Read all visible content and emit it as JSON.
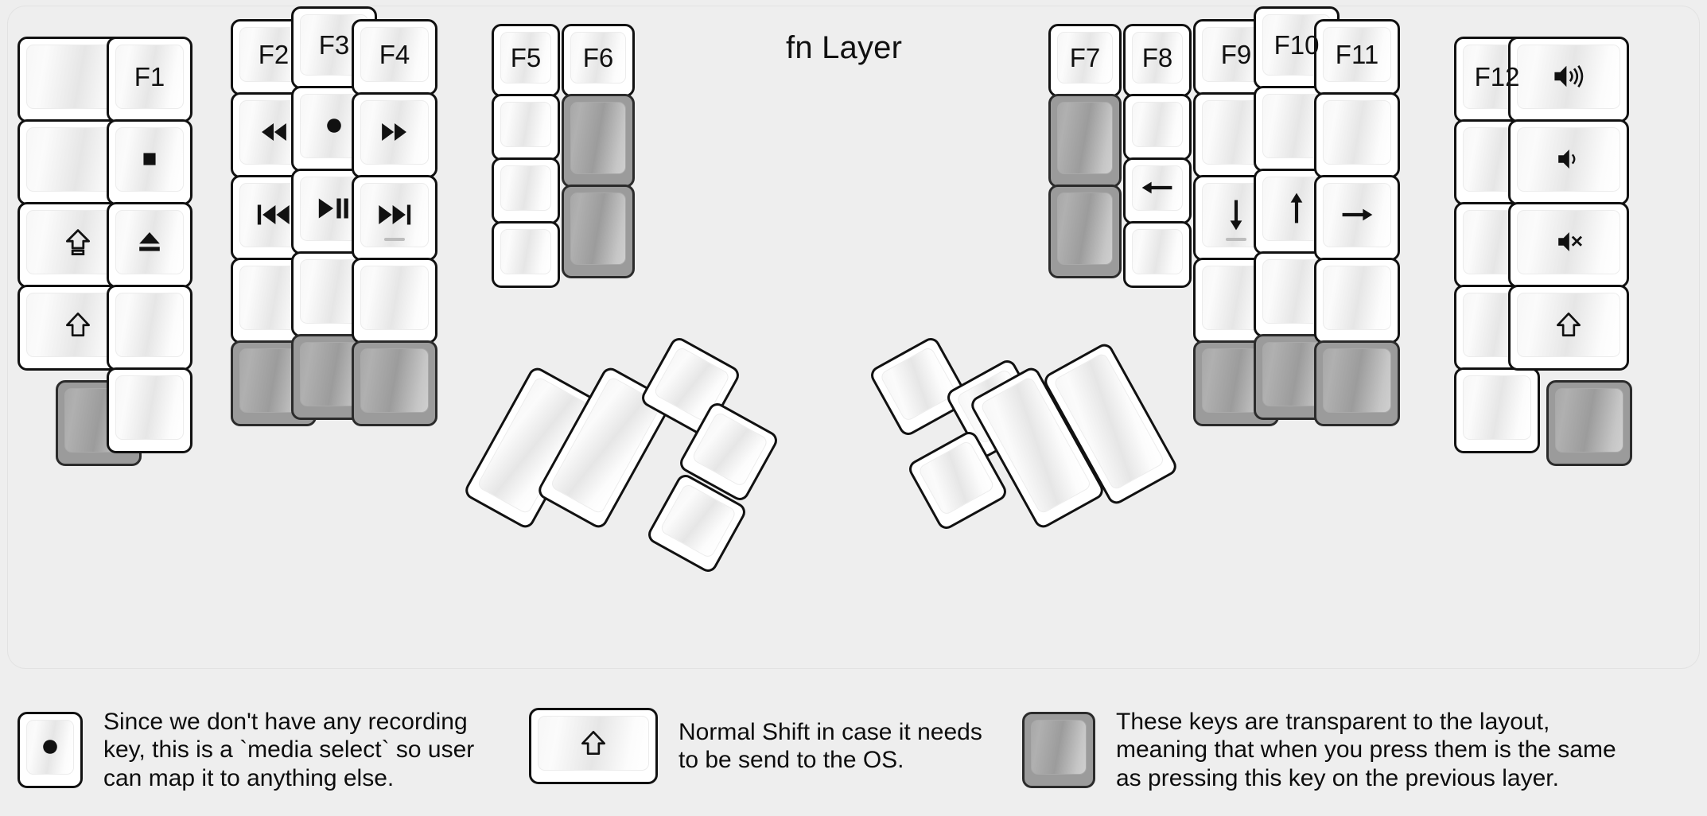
{
  "title": "fn Layer",
  "colors": {
    "background": "#eeeeee",
    "key_fill": "#ffffff",
    "key_border": "#111111",
    "transparent_key_fill": "#9b9b9b",
    "transparent_key_border": "#2b2b2b",
    "glyph": "#111111"
  },
  "icons": {
    "record": "●",
    "stop": "■",
    "eject": "eject-icon",
    "rewind": "◀◀",
    "fast_forward": "▶▶",
    "previous_track": "prev-track-icon",
    "play_pause": "play-pause-icon",
    "next_track": "next-track-icon",
    "caps_lock": "caps-lock-icon",
    "shift": "shift-icon",
    "arrow_left": "←",
    "arrow_down": "↓",
    "arrow_up": "↑",
    "arrow_right": "→",
    "volume_up": "volume-up-icon",
    "volume_down": "volume-down-icon",
    "volume_mute": "volume-mute-icon"
  },
  "left_half": {
    "columns": [
      {
        "name": "outer-pinky",
        "keys": [
          {
            "label": "",
            "icon": "",
            "type": "normal"
          },
          {
            "label": "",
            "icon": "",
            "type": "normal"
          },
          {
            "label": "",
            "icon": "caps-lock-icon",
            "type": "normal"
          },
          {
            "label": "",
            "icon": "shift-icon",
            "type": "normal"
          },
          {
            "label": "",
            "icon": "",
            "type": "transparent"
          }
        ]
      },
      {
        "name": "pinky",
        "keys": [
          {
            "label": "F1",
            "icon": "",
            "type": "normal"
          },
          {
            "label": "",
            "icon": "stop-icon",
            "type": "normal"
          },
          {
            "label": "",
            "icon": "eject-icon",
            "type": "normal"
          },
          {
            "label": "",
            "icon": "",
            "type": "normal"
          },
          {
            "label": "",
            "icon": "",
            "type": "normal"
          }
        ]
      },
      {
        "name": "ring",
        "keys": [
          {
            "label": "F2",
            "icon": "",
            "type": "normal"
          },
          {
            "label": "",
            "icon": "rewind-icon",
            "type": "normal"
          },
          {
            "label": "",
            "icon": "prev-track-icon",
            "type": "normal"
          },
          {
            "label": "",
            "icon": "",
            "type": "normal"
          },
          {
            "label": "",
            "icon": "",
            "type": "transparent"
          }
        ]
      },
      {
        "name": "middle",
        "keys": [
          {
            "label": "F3",
            "icon": "",
            "type": "normal"
          },
          {
            "label": "",
            "icon": "record-icon",
            "type": "normal"
          },
          {
            "label": "",
            "icon": "play-pause-icon",
            "type": "normal"
          },
          {
            "label": "",
            "icon": "",
            "type": "normal"
          },
          {
            "label": "",
            "icon": "",
            "type": "transparent"
          }
        ]
      },
      {
        "name": "index",
        "keys": [
          {
            "label": "F4",
            "icon": "",
            "type": "normal"
          },
          {
            "label": "",
            "icon": "fast-forward-icon",
            "type": "normal"
          },
          {
            "label": "",
            "icon": "next-track-icon",
            "type": "normal",
            "homing": true
          },
          {
            "label": "",
            "icon": "",
            "type": "normal"
          },
          {
            "label": "",
            "icon": "",
            "type": "transparent"
          }
        ]
      },
      {
        "name": "inner-index",
        "keys": [
          {
            "label": "F5",
            "icon": "",
            "type": "normal"
          },
          {
            "label": "",
            "icon": "",
            "type": "normal"
          },
          {
            "label": "",
            "icon": "",
            "type": "normal"
          },
          {
            "label": "",
            "icon": "",
            "type": "normal"
          }
        ]
      },
      {
        "name": "inner",
        "keys": [
          {
            "label": "F6",
            "icon": "",
            "type": "normal"
          },
          {
            "label": "",
            "icon": "",
            "type": "transparent"
          },
          {
            "label": "",
            "icon": "",
            "type": "transparent"
          }
        ]
      }
    ],
    "thumb_keys": [
      {
        "name": "thumb-1u-big-a",
        "label": "",
        "type": "normal"
      },
      {
        "name": "thumb-1u-big-b",
        "label": "",
        "type": "normal"
      },
      {
        "name": "thumb-small-a",
        "label": "",
        "type": "normal"
      },
      {
        "name": "thumb-small-b",
        "label": "",
        "type": "normal"
      },
      {
        "name": "thumb-small-c",
        "label": "",
        "type": "normal"
      }
    ]
  },
  "right_half": {
    "columns": [
      {
        "name": "inner",
        "keys": [
          {
            "label": "F7",
            "icon": "",
            "type": "normal"
          },
          {
            "label": "",
            "icon": "",
            "type": "transparent"
          },
          {
            "label": "",
            "icon": "",
            "type": "transparent"
          }
        ]
      },
      {
        "name": "inner-index",
        "keys": [
          {
            "label": "F8",
            "icon": "",
            "type": "normal"
          },
          {
            "label": "",
            "icon": "",
            "type": "normal"
          },
          {
            "label": "",
            "icon": "arrow-left-icon",
            "type": "normal"
          },
          {
            "label": "",
            "icon": "",
            "type": "normal"
          }
        ]
      },
      {
        "name": "index",
        "keys": [
          {
            "label": "F9",
            "icon": "",
            "type": "normal"
          },
          {
            "label": "",
            "icon": "",
            "type": "normal"
          },
          {
            "label": "",
            "icon": "arrow-down-icon",
            "type": "normal",
            "homing": true
          },
          {
            "label": "",
            "icon": "",
            "type": "normal"
          },
          {
            "label": "",
            "icon": "",
            "type": "transparent"
          }
        ]
      },
      {
        "name": "middle",
        "keys": [
          {
            "label": "F10",
            "icon": "",
            "type": "normal"
          },
          {
            "label": "",
            "icon": "",
            "type": "normal"
          },
          {
            "label": "",
            "icon": "arrow-up-icon",
            "type": "normal"
          },
          {
            "label": "",
            "icon": "",
            "type": "normal"
          },
          {
            "label": "",
            "icon": "",
            "type": "transparent"
          }
        ]
      },
      {
        "name": "ring",
        "keys": [
          {
            "label": "F11",
            "icon": "",
            "type": "normal"
          },
          {
            "label": "",
            "icon": "",
            "type": "normal"
          },
          {
            "label": "",
            "icon": "arrow-right-icon",
            "type": "normal"
          },
          {
            "label": "",
            "icon": "",
            "type": "normal"
          },
          {
            "label": "",
            "icon": "",
            "type": "transparent"
          }
        ]
      },
      {
        "name": "pinky",
        "keys": [
          {
            "label": "F12",
            "icon": "",
            "type": "normal"
          },
          {
            "label": "",
            "icon": "",
            "type": "normal"
          },
          {
            "label": "",
            "icon": "",
            "type": "normal"
          },
          {
            "label": "",
            "icon": "",
            "type": "normal"
          },
          {
            "label": "",
            "icon": "",
            "type": "normal"
          }
        ]
      },
      {
        "name": "outer-pinky",
        "keys": [
          {
            "label": "",
            "icon": "volume-up-icon",
            "type": "normal"
          },
          {
            "label": "",
            "icon": "volume-down-icon",
            "type": "normal"
          },
          {
            "label": "",
            "icon": "volume-mute-icon",
            "type": "normal"
          },
          {
            "label": "",
            "icon": "shift-icon",
            "type": "normal"
          },
          {
            "label": "",
            "icon": "",
            "type": "transparent"
          }
        ]
      }
    ],
    "thumb_keys": [
      {
        "name": "thumb-small-a",
        "label": "",
        "type": "normal"
      },
      {
        "name": "thumb-small-b",
        "label": "",
        "type": "normal"
      },
      {
        "name": "thumb-small-c",
        "label": "",
        "type": "normal"
      },
      {
        "name": "thumb-1u-big-a",
        "label": "",
        "type": "normal"
      },
      {
        "name": "thumb-1u-big-b",
        "label": "",
        "type": "normal"
      }
    ]
  },
  "legend": [
    {
      "key_type": "normal",
      "key_icon": "record-icon",
      "text": "Since we don't have any recording\nkey, this is a `media select` so user\ncan map it to anything else."
    },
    {
      "key_type": "normal",
      "key_icon": "shift-icon",
      "text": "Normal Shift in case it needs\nto be send to the OS."
    },
    {
      "key_type": "transparent",
      "key_icon": "",
      "text": "These keys are transparent to the layout,\nmeaning that when you press them is the same\nas pressing this key on the previous layer."
    }
  ]
}
